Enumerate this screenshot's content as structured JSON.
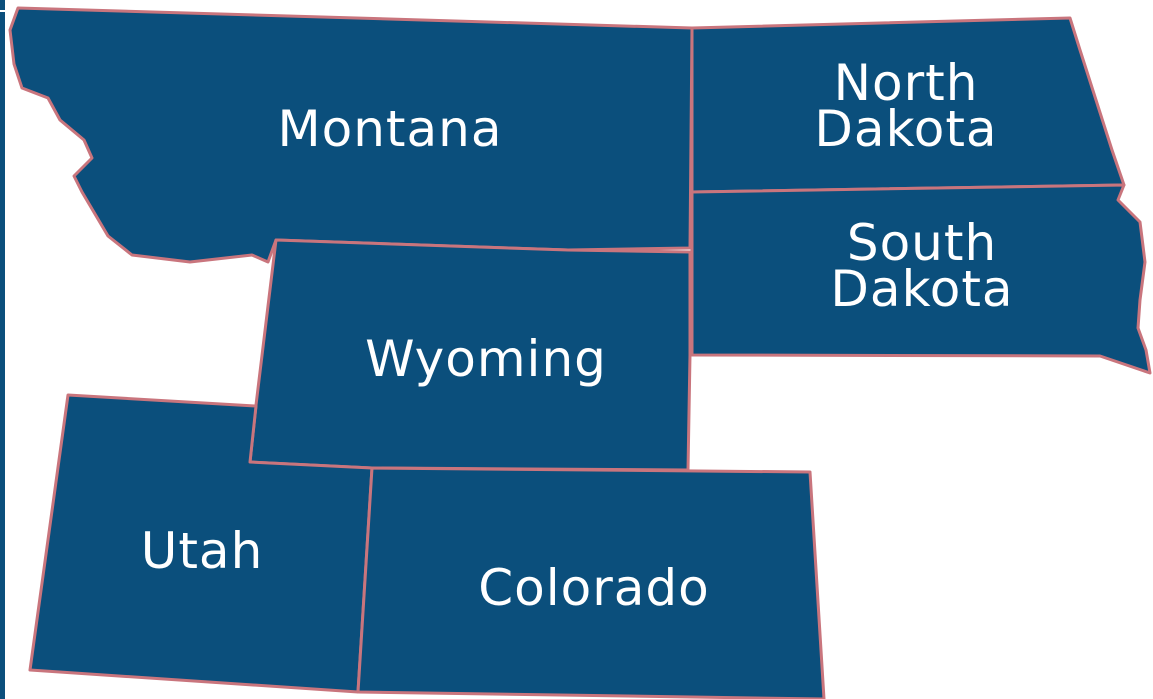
{
  "colors": {
    "state_fill": "#0b4f7c",
    "state_border": "#c9757d",
    "label_text": "#ffffff",
    "background": "#ffffff",
    "edge_bar": "#0b4f7c"
  },
  "states": {
    "montana": {
      "name": "Montana"
    },
    "north_dakota": {
      "name_line1": "North",
      "name_line2": "Dakota"
    },
    "south_dakota": {
      "name_line1": "South",
      "name_line2": "Dakota"
    },
    "wyoming": {
      "name": "Wyoming"
    },
    "utah": {
      "name": "Utah"
    },
    "colorado": {
      "name": "Colorado"
    }
  }
}
